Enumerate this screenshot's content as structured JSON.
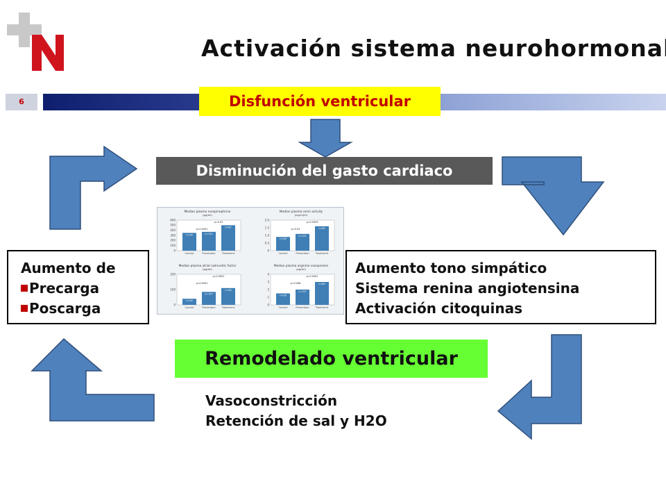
{
  "logo": {
    "description_icon": "plus-n-logo",
    "color_plus": "#c8c8c8",
    "color_n": "#d0141e"
  },
  "title": "Activación sistema neurohormonal",
  "page_number": "6",
  "boxes": {
    "disfuncion": "Disfunción ventricular",
    "gasto": "Disminución del gasto cardiaco",
    "left": {
      "heading": "Aumento de",
      "items": [
        "Precarga",
        "Poscarga"
      ]
    },
    "right": {
      "lines": [
        "Aumento tono simpático",
        "Sistema renina angiotensina",
        "Activación citoquinas"
      ]
    },
    "remodelado": "Remodelado ventricular",
    "bottom": {
      "lines": [
        "Vasoconstricción",
        "Retención de sal y H2O"
      ]
    }
  },
  "colors": {
    "arrow_fill": "#4f81bd",
    "arrow_stroke": "#2f4f7a",
    "yellow": "#ffff00",
    "red_text": "#c00000",
    "green": "#66ff33",
    "dark_box": "#595959"
  },
  "chart_data": [
    {
      "type": "bar",
      "title": "Median plasma norepinephrine",
      "ylabel": "(pg/ml)",
      "categories": [
        "Control",
        "Prevention",
        "Treatment"
      ],
      "values": [
        350,
        370,
        500
      ],
      "ylim": [
        0,
        600
      ],
      "yticks": [
        "0",
        "100",
        "200",
        "300",
        "400",
        "500",
        "600"
      ],
      "annotations": [
        "n=54",
        "n=151",
        "n=87",
        "p=0.0001",
        "p=0.02"
      ]
    },
    {
      "type": "bar",
      "title": "Median plasma renin activity",
      "ylabel": "(ng/ml/hr)",
      "categories": [
        "Control",
        "Prevention",
        "Treatment"
      ],
      "values": [
        0.9,
        1.1,
        1.6
      ],
      "ylim": [
        0,
        2.0
      ],
      "yticks": [
        "0",
        "0.5",
        "1.0",
        "1.5",
        "2.0"
      ],
      "annotations": [
        "n=56",
        "n=151",
        "n=80",
        "p=0.03",
        "p=0.0003"
      ]
    },
    {
      "type": "bar",
      "title": "Median plasma atrial natriuretic factor",
      "ylabel": "(pg/ml)",
      "categories": [
        "Control",
        "Prevention",
        "Treatment"
      ],
      "values": [
        40,
        85,
        110
      ],
      "ylim": [
        0,
        200
      ],
      "yticks": [
        "0",
        "100",
        "200"
      ],
      "annotations": [
        "n=54",
        "n=147",
        "n=80",
        "p=0.0001",
        "p=0.0001"
      ]
    },
    {
      "type": "bar",
      "title": "Median plasma arginine vasopressin",
      "ylabel": "(pg/ml)",
      "categories": [
        "Control",
        "Prevention",
        "Treatment"
      ],
      "values": [
        1.5,
        2.0,
        3.0
      ],
      "ylim": [
        0,
        4
      ],
      "yticks": [
        "0",
        "1",
        "2",
        "3",
        "4"
      ],
      "annotations": [
        "n=56",
        "n=147",
        "n=80",
        "p=0.008",
        "p=0.0001"
      ]
    }
  ]
}
